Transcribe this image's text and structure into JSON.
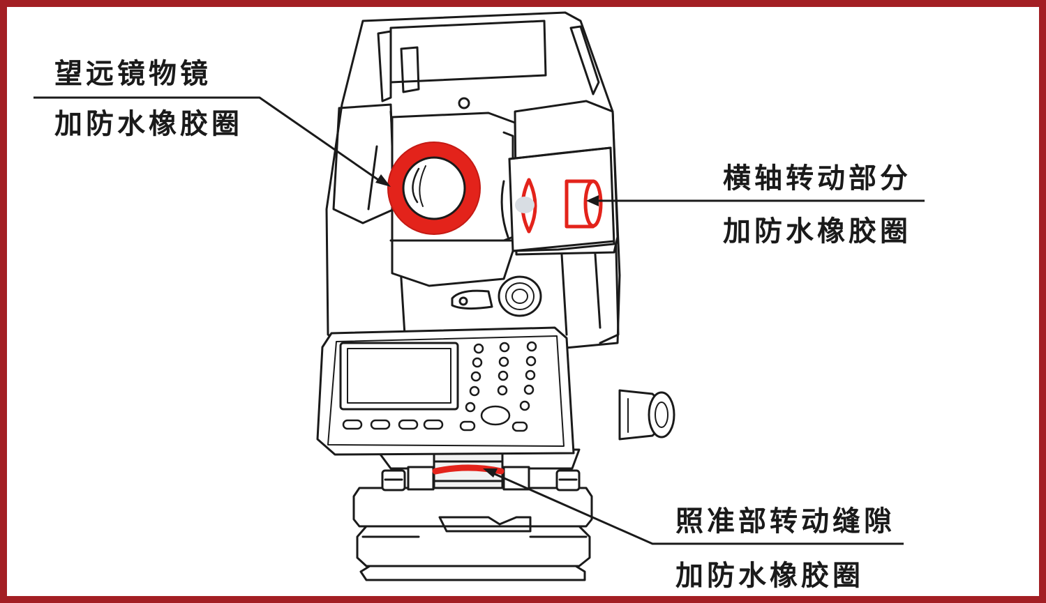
{
  "labels": {
    "objective": {
      "line1": "望远镜物镜",
      "line2": "加防水橡胶圈"
    },
    "horizontal_axis": {
      "line1": "横轴转动部分",
      "line2": "加防水橡胶圈"
    },
    "alidade_gap": {
      "line1": "照准部转动缝隙",
      "line2": "加防水橡胶圈"
    }
  },
  "colors": {
    "frame": "#a31f24",
    "highlight": "#e3231b",
    "ink": "#1a1a1a"
  }
}
